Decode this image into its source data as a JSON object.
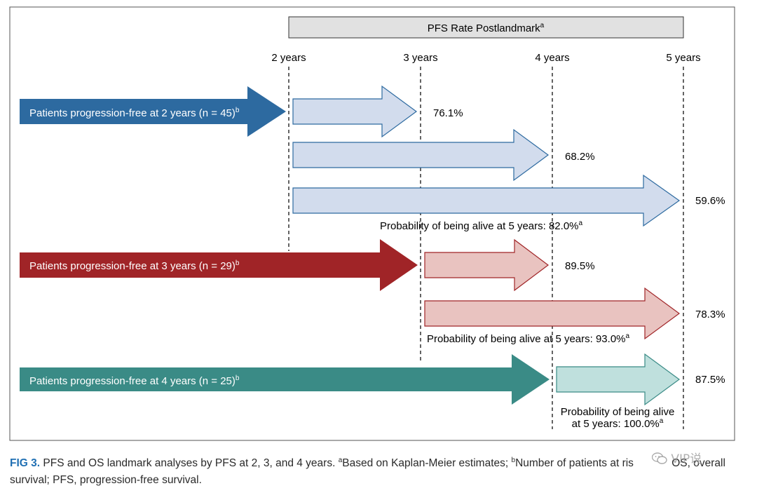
{
  "header": {
    "title": "PFS Rate Postlandmark",
    "title_sup": "a"
  },
  "timepoints": [
    "2 years",
    "3 years",
    "4 years",
    "5 years"
  ],
  "groups": [
    {
      "label": "Patients progression-free at 2 years (n = 45)",
      "label_sup": "b",
      "color": "#2d6aa0",
      "light_fill": "#d2dced",
      "light_stroke": "#2d6aa0",
      "rates": [
        "76.1%",
        "68.2%",
        "59.6%"
      ],
      "os_text": "Probability of being alive at 5 years: 82.0%",
      "os_sup": "a"
    },
    {
      "label": "Patients progression-free at 3 years (n = 29)",
      "label_sup": "b",
      "color": "#a02427",
      "light_fill": "#e9c3c0",
      "light_stroke": "#a02427",
      "rates": [
        "89.5%",
        "78.3%"
      ],
      "os_text": "Probability of being alive at 5 years: 93.0%",
      "os_sup": "a"
    },
    {
      "label": "Patients progression-free at 4 years (n = 25)",
      "label_sup": "b",
      "color": "#3a8b86",
      "light_fill": "#bfe0dd",
      "light_stroke": "#3a8b86",
      "rates": [
        "87.5%"
      ],
      "os_text_line1": "Probability of being alive",
      "os_text_line2": "at 5 years: 100.0%",
      "os_sup": "a"
    }
  ],
  "caption": {
    "fig_label": "FIG 3.",
    "text_1": "PFS and OS landmark analyses by PFS at 2, 3, and 4 years.",
    "sup_a": "a",
    "text_2": "Based on Kaplan-Meier estimates;",
    "sup_b": "b",
    "text_3": "Number of patients at ris",
    "text_4": "OS, overall",
    "text_5": "survival; PFS, progression-free survival."
  },
  "watermark": {
    "text": "VIP说",
    "icon": "wechat-icon"
  }
}
